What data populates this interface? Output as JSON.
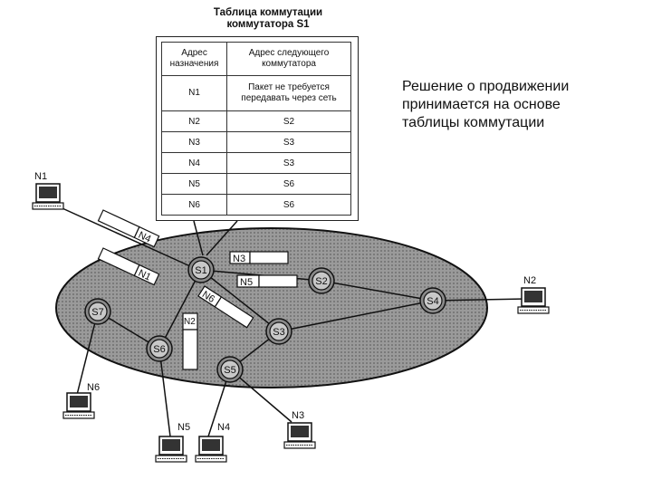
{
  "table": {
    "title_line1": "Таблица коммутации",
    "title_line2": "коммутатора S1",
    "headers": [
      "Адрес назначения",
      "Адрес следующего коммутатора"
    ],
    "rows": [
      [
        "N1",
        "Пакет не требуется передавать через сеть"
      ],
      [
        "N2",
        "S2"
      ],
      [
        "N3",
        "S3"
      ],
      [
        "N4",
        "S3"
      ],
      [
        "N5",
        "S6"
      ],
      [
        "N6",
        "S6"
      ]
    ]
  },
  "note": "Решение о продвижении принимается на основе таблицы коммутации",
  "switches": [
    "S1",
    "S2",
    "S3",
    "S4",
    "S5",
    "S6",
    "S7"
  ],
  "nodes": [
    "N1",
    "N2",
    "N3",
    "N4",
    "N5",
    "N6"
  ],
  "packets": [
    "N4",
    "N1",
    "N3",
    "N5",
    "N6",
    "N2"
  ]
}
